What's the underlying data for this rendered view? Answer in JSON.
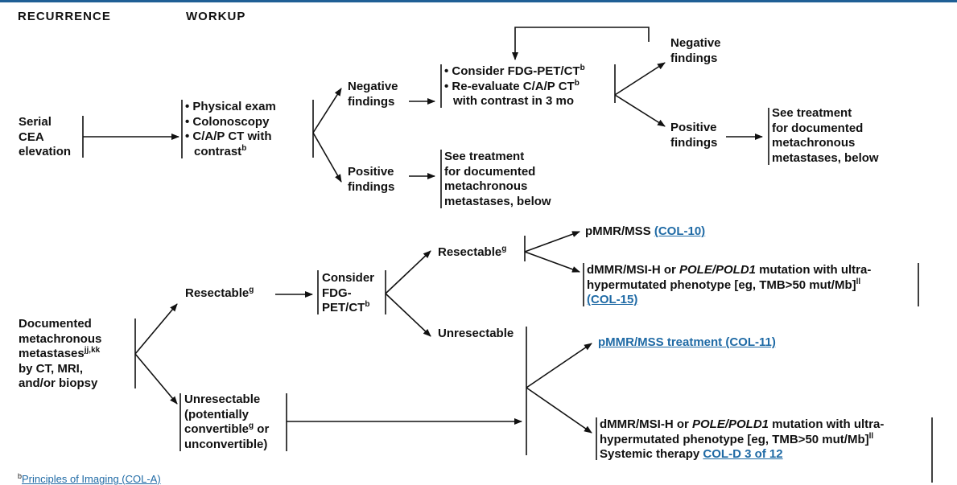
{
  "headers": {
    "recurrence": "RECURRENCE",
    "workup": "WORKUP"
  },
  "top": {
    "serial_cea": [
      "Serial",
      "CEA",
      "elevation"
    ],
    "workup_items": {
      "physical_exam": "• Physical exam",
      "colonoscopy": "• Colonoscopy",
      "cap_ct_1": "• C/A/P CT with",
      "cap_ct_2": "contrast",
      "cap_ct_sup": "b"
    },
    "negative_findings": [
      "Negative",
      "findings"
    ],
    "positive_findings": [
      "Positive",
      "findings"
    ],
    "consider": {
      "line1": "• Consider FDG-PET/CT",
      "line1_sup": "b",
      "line2": "• Re-evaluate C/A/P CT",
      "line2_sup": "b",
      "line3": "with contrast in 3 mo"
    },
    "negative_findings_2": [
      "Negative",
      "findings"
    ],
    "positive_findings_2": [
      "Positive",
      "findings"
    ],
    "see_treatment_1": [
      "See treatment",
      "for documented",
      "metachronous",
      "metastases, below"
    ],
    "see_treatment_2": [
      "See treatment",
      "for documented",
      "metachronous",
      "metastases, below"
    ]
  },
  "bottom": {
    "documented": {
      "line1": "Documented",
      "line2": "metachronous",
      "line3": "metastases",
      "line3_sup": "jj,kk",
      "line4": "by CT, MRI,",
      "line5": "and/or biopsy"
    },
    "resectable": "Resectable",
    "resectable_sup": "g",
    "consider_fdg": {
      "line1": "Consider",
      "line2": "FDG-",
      "line3": "PET/CT",
      "line3_sup": "b"
    },
    "resectable2": "Resectable",
    "resectable2_sup": "g",
    "pmmr_1_text": "pMMR/MSS",
    "pmmr_1_link": "(COL-10)",
    "dmmr_1": {
      "part1": "dMMR/MSI-H or ",
      "part_italic": "POLE/POLD1",
      "part2": " mutation with ultra-",
      "line2": "hypermutated phenotype [eg, TMB>50 mut/Mb]",
      "line2_sup": "ll",
      "link": "(COL-15)"
    },
    "unresectable": "Unresectable",
    "pmmr_2_link": "pMMR/MSS treatment (COL-11)",
    "unresectable2": {
      "line1": "Unresectable",
      "line2": "(potentially",
      "line3": "convertible",
      "line3_sup": "g",
      "line3_after": " or",
      "line4": "unconvertible)"
    },
    "dmmr_2": {
      "part1": "dMMR/MSI-H or ",
      "part_italic": "POLE/POLD1",
      "part2": " mutation with ultra-",
      "line2": "hypermutated phenotype [eg, TMB>50 mut/Mb]",
      "line2_sup": "ll",
      "line3_text": "Systemic therapy ",
      "line3_link": "COL-D 3 of 12"
    }
  },
  "footnote": {
    "sup": "b",
    "link": "Principles of Imaging (COL-A)"
  },
  "colors": {
    "link": "#1f6aa5",
    "rule": "#1f5f95",
    "text": "#111111"
  }
}
